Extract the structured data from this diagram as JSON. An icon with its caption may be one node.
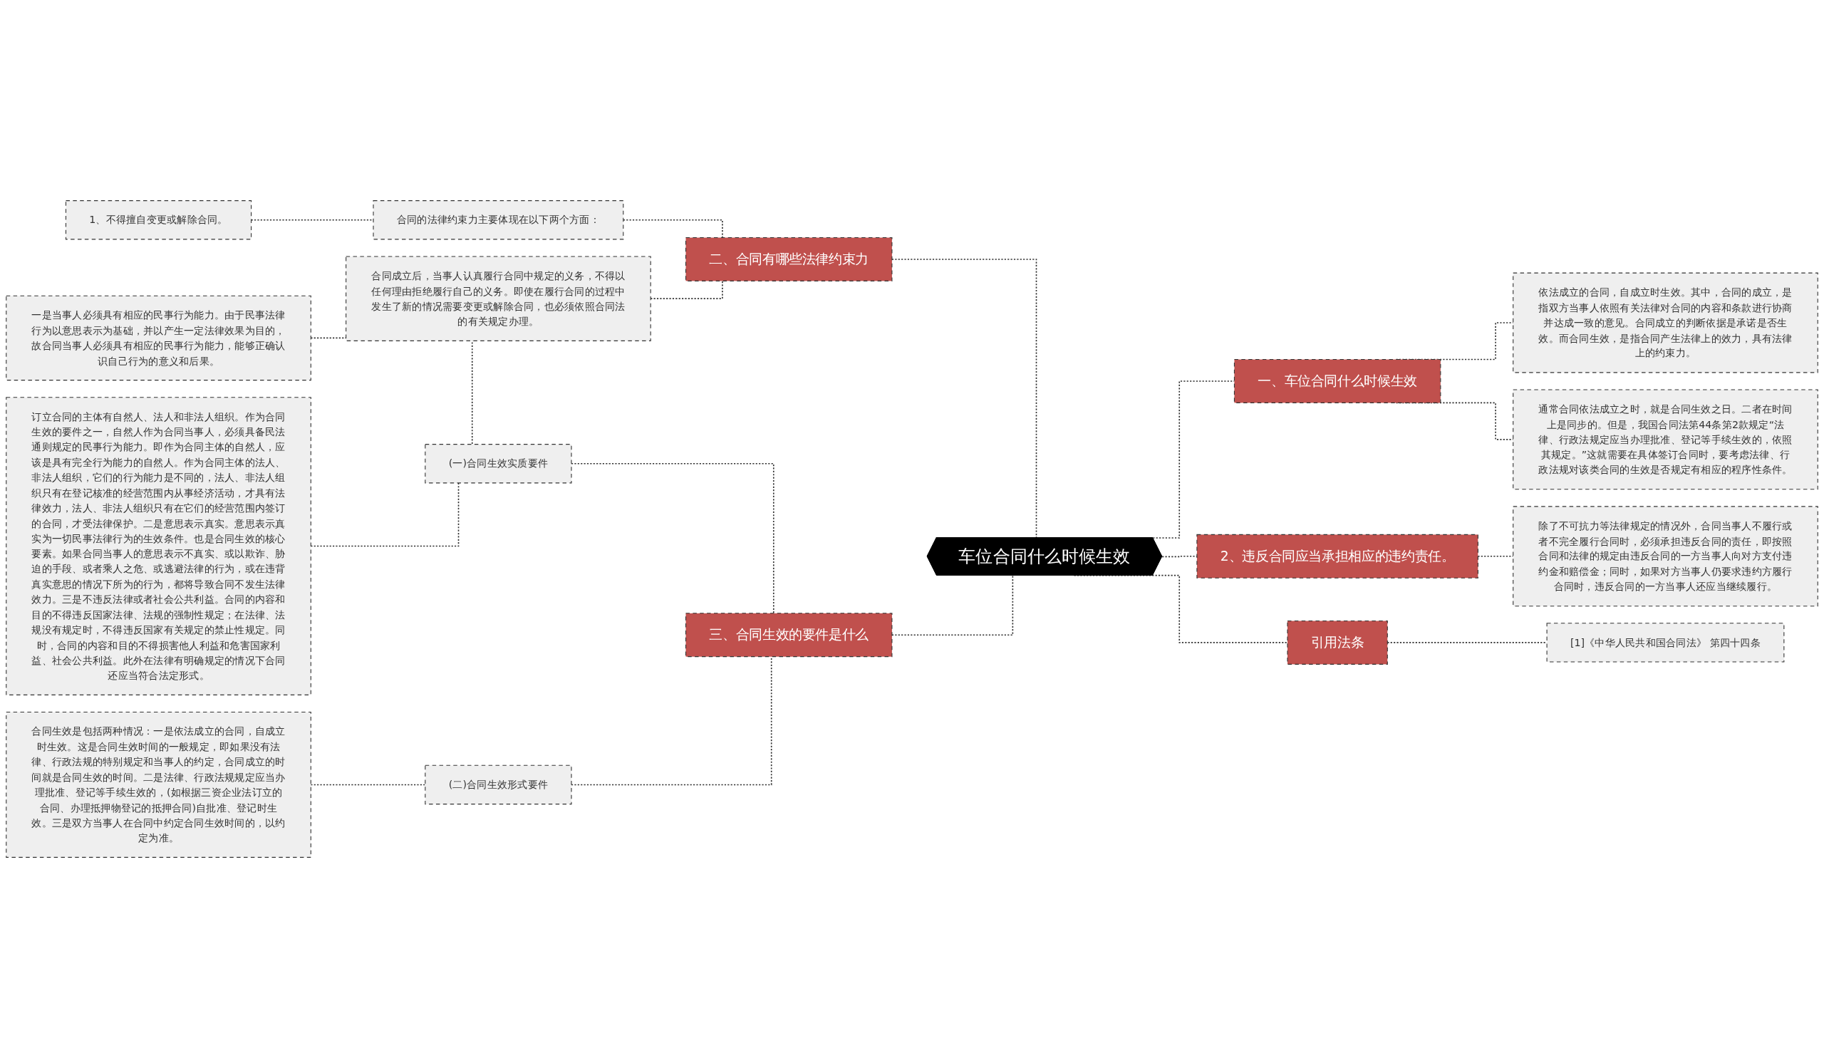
{
  "diagram": {
    "nodes": [
      {
        "text": [
          "车位合同什么时候生效"
        ]
      },
      {
        "text": [
          "一、车位合同什么时候生效"
        ]
      },
      {
        "text": [
          "依法成立的合同，自成立时生效。其中，合同的成立，是指双方当事人依照有关法律对合同的内容和条款进行协商并达成一致的意见。合同成立的判断依据是承诺是否生效。而合同生效，是指合同产生法律上的效力，具有法律上的约束力。"
        ]
      },
      {
        "text": [
          "通常合同依法成立之时，就是合同生效之日。二者在时间上是同步的。但是，我国合同法第44条第2款规定“法律、行政法规定应当办理批准、登记等手续生效的，依照其规定。”这就需要在具体签订合同时，要考虑法律、行政法规对该类合同的生效是否规定有相应的程序性条件。"
        ]
      },
      {
        "text": [
          "2、违反合同应当承担相应的违约责任。"
        ]
      },
      {
        "text": [
          "除了不可抗力等法律规定的情况外，合同当事人不履行或者不完全履行合同时，必须承担违反合同的责任，即按照合同和法律的规定由违反合同的一方当事人向对方支付违约金和赔偿金；同时，如果对方当事人仍要求违约方履行合同时，违反合同的一方当事人还应当继续履行。"
        ]
      },
      {
        "text": [
          "引用法条"
        ]
      },
      {
        "text": [
          "[1]《中华人民共和国合同法》 第四十四条"
        ]
      },
      {
        "text": [
          "二、合同有哪些法律约束力"
        ]
      },
      {
        "text": [
          "合同的法律约束力主要体现在以下两个方面："
        ]
      },
      {
        "text": [
          "1、不得擅自变更或解除合同。"
        ]
      },
      {
        "text": [
          "合同成立后，当事人认真履行合同中规定的义务，不得以任何理由拒绝履行自己的义务。即使在履行合同的过程中发生了新的情况需要变更或解除合同，也必须依照合同法的有关规定办理。"
        ]
      },
      {
        "text": [
          "三、合同生效的要件是什么"
        ]
      },
      {
        "text": [
          "(一)合同生效实质要件"
        ]
      },
      {
        "text": [
          "一是当事人必须具有相应的民事行为能力。由于民事法律行为以意思表示为基础，并以产生一定法律效果为目的，故合同当事人必须具有相应的民事行为能力，能够正确认识自己行为的意义和后果。"
        ]
      },
      {
        "text": [
          "订立合同的主体有自然人、法人和非法人组织。作为合同生效的要件之一，自然人作为合同当事人，必须具备民法通则规定的民事行为能力。即作为合同主体的自然人，应该是具有完全行为能力的自然人。作为合同主体的法人、非法人组织，它们的行为能力是不同的，法人、非法人组织只有在登记核准的经营范围内从事经济活动，才具有法律效力，法人、非法人组织只有在它们的经营范围内签订的合同，才受法律保护。二是意思表示真实。意思表示真实为一切民事法律行为的生效条件。也是合同生效的核心要素。如果合同当事人的意思表示不真实、或以欺诈、胁迫的手段、或者乘人之危、或逃避法律的行为，或在违背真实意思的情况下所为的行为，都将导致合同不发生法律效力。三是不违反法律或者社会公共利益。合同的内容和目的不得违反国家法律、法规的强制性规定；在法律、法规没有规定时，不得违反国家有关规定的禁止性规定。同时，合同的内容和目的不得损害他人利益和危害国家利益、社会公共利益。此外在法律有明确规定的情况下合同还应当符合法定形式。"
        ]
      },
      {
        "text": [
          "(二)合同生效形式要件"
        ]
      },
      {
        "text": [
          "合同生效是包括两种情况：一是依法成立的合同，自成立时生效。这是合同生效时间的一般规定，即如果没有法律、行政法规的特别规定和当事人的约定，合同成立的时间就是合同生效的时间。二是法律、行政法规规定应当办理批准、登记等手续生效的，(如根据三资企业法订立的合同、办理抵押物登记的抵押合同)自批准、登记时生效。三是双方当事人在合同中约定合同生效时间的，以约定为准。"
        ]
      }
    ],
    "edges": [
      {
        "from": 0,
        "to": 1,
        "arrow": "none",
        "style": "dashed"
      },
      {
        "from": 1,
        "to": 2,
        "arrow": "none",
        "style": "dashed"
      },
      {
        "from": 1,
        "to": 3,
        "arrow": "none",
        "style": "dashed"
      },
      {
        "from": 0,
        "to": 4,
        "arrow": "none",
        "style": "dashed"
      },
      {
        "from": 4,
        "to": 5,
        "arrow": "none",
        "style": "dashed"
      },
      {
        "from": 0,
        "to": 6,
        "arrow": "none",
        "style": "dashed"
      },
      {
        "from": 6,
        "to": 7,
        "arrow": "none",
        "style": "dashed"
      },
      {
        "from": 8,
        "to": 0,
        "arrow": "none",
        "style": "dashed"
      },
      {
        "from": 9,
        "to": 8,
        "arrow": "none",
        "style": "dashed"
      },
      {
        "from": 10,
        "to": 9,
        "arrow": "none",
        "style": "dashed"
      },
      {
        "from": 11,
        "to": 8,
        "arrow": "none",
        "style": "dashed"
      },
      {
        "from": 12,
        "to": 0,
        "arrow": "none",
        "style": "dashed"
      },
      {
        "from": 13,
        "to": 12,
        "arrow": "none",
        "style": "dashed"
      },
      {
        "from": 14,
        "to": 13,
        "arrow": "none",
        "style": "dashed"
      },
      {
        "from": 15,
        "to": 13,
        "arrow": "none",
        "style": "dashed"
      },
      {
        "from": 16,
        "to": 12,
        "arrow": "none",
        "style": "dashed"
      },
      {
        "from": 17,
        "to": 16,
        "arrow": "none",
        "style": "dashed"
      }
    ]
  }
}
